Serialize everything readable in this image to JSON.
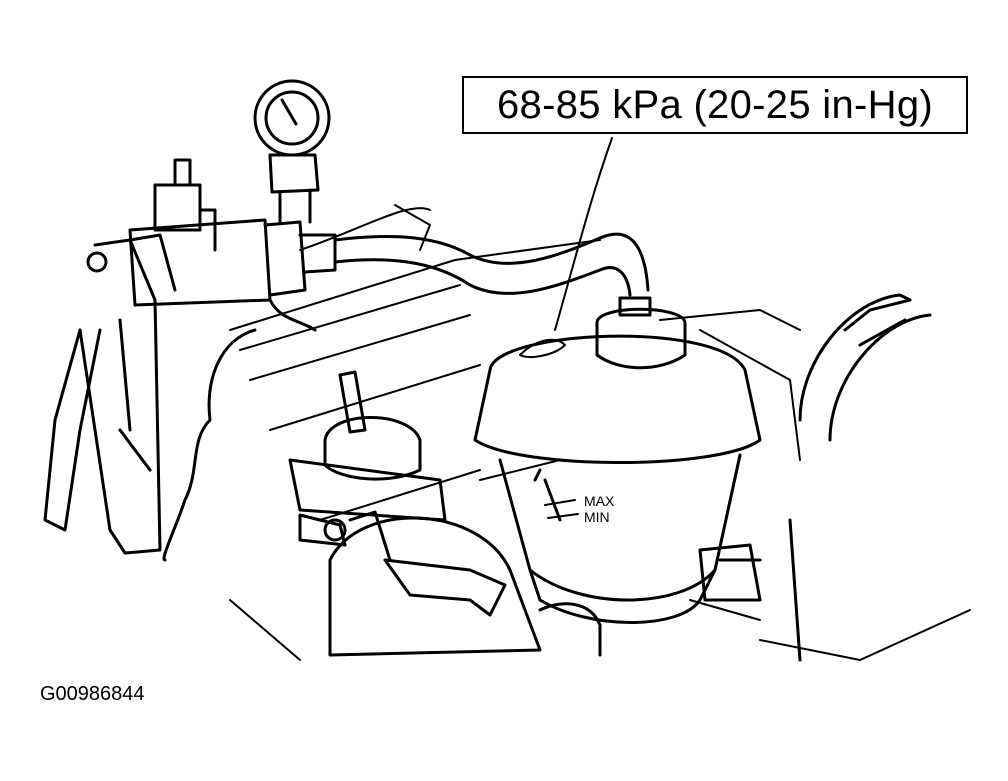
{
  "callout": {
    "text": "68-85 kPa (20-25 in-Hg)"
  },
  "level_marks": {
    "max": "MAX",
    "min": "MIN"
  },
  "figure_id": "G00986844",
  "colors": {
    "ink": "#000000",
    "paper": "#ffffff"
  }
}
